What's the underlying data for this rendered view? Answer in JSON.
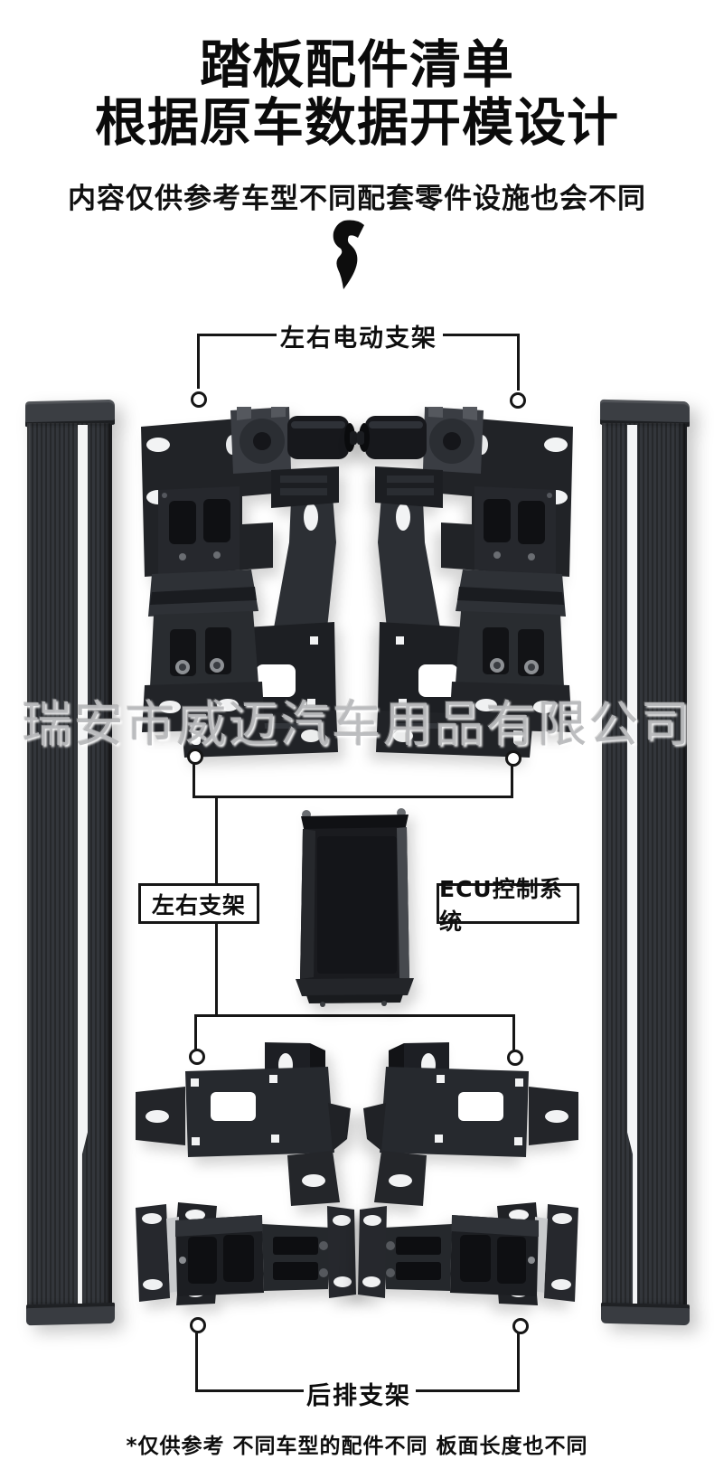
{
  "header": {
    "title_line1": "踏板配件清单",
    "title_line2": "根据原车数据开模设计",
    "subtitle": "内容仅供参考车型不同配套零件设施也会不同"
  },
  "icons": {
    "arrow": "curved-down-arrow"
  },
  "callouts": {
    "electric_brackets": "左右电动支架",
    "side_brackets": "左右支架",
    "ecu": "ECU控制系统",
    "rear_brackets": "后排支架"
  },
  "watermark": "瑞安市威迈汽车用品有限公司",
  "footer_note": "*仅供参考 不同车型的配件不同 板面长度也不同",
  "colors": {
    "background": "#ffffff",
    "text": "#0d0d0d",
    "callout_line": "#161616",
    "part_dark": "#202227",
    "board_body": "#2f3237",
    "board_stripe": "#f4f5f6",
    "watermark": "#b7b8bb"
  }
}
